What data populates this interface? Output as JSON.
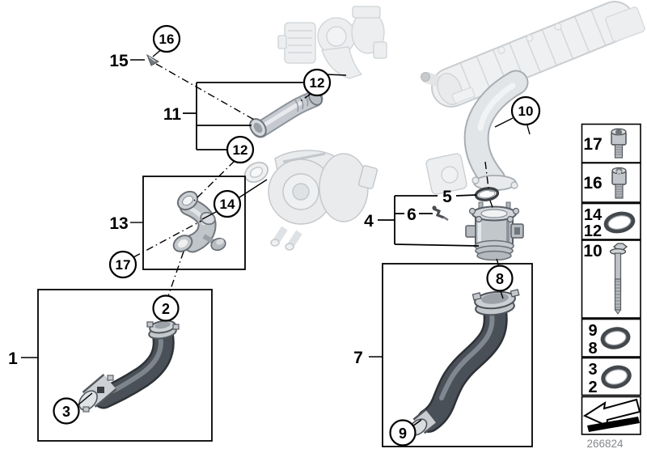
{
  "callouts": {
    "circled": [
      {
        "label": "16"
      },
      {
        "label": "12"
      },
      {
        "label": "12"
      },
      {
        "label": "10"
      },
      {
        "label": "14"
      },
      {
        "label": "17"
      },
      {
        "label": "2"
      },
      {
        "label": "3"
      },
      {
        "label": "8"
      },
      {
        "label": "9"
      }
    ],
    "plain": [
      {
        "label": "15"
      },
      {
        "label": "11"
      },
      {
        "label": "13"
      },
      {
        "label": "1"
      },
      {
        "label": "4"
      },
      {
        "label": "5"
      },
      {
        "label": "6"
      },
      {
        "label": "7"
      }
    ]
  },
  "legend": {
    "items": [
      {
        "labels": [
          "17"
        ],
        "icon": "socket-head-bolt"
      },
      {
        "labels": [
          "16"
        ],
        "icon": "torx-screw"
      },
      {
        "labels": [
          "14",
          "12"
        ],
        "icon": "o-ring"
      },
      {
        "labels": [
          "10"
        ],
        "icon": "long-hex-bolt"
      },
      {
        "labels": [
          "9",
          "8"
        ],
        "icon": "o-ring"
      },
      {
        "labels": [
          "3",
          "2"
        ],
        "icon": "o-ring"
      },
      {
        "labels": [],
        "icon": "direction-arrow"
      }
    ]
  },
  "footer": {
    "drawing_number": "266824"
  },
  "colors": {
    "outline": "#000000",
    "hose_dark": "#4a5057",
    "hose_outline": "#2e3338",
    "metal_light": "#c2c7cc",
    "metal_outline": "#5b6167",
    "ghost_fill": "#eceef0",
    "ghost_stroke": "#cfd3d6",
    "footer_text": "#84888c"
  }
}
